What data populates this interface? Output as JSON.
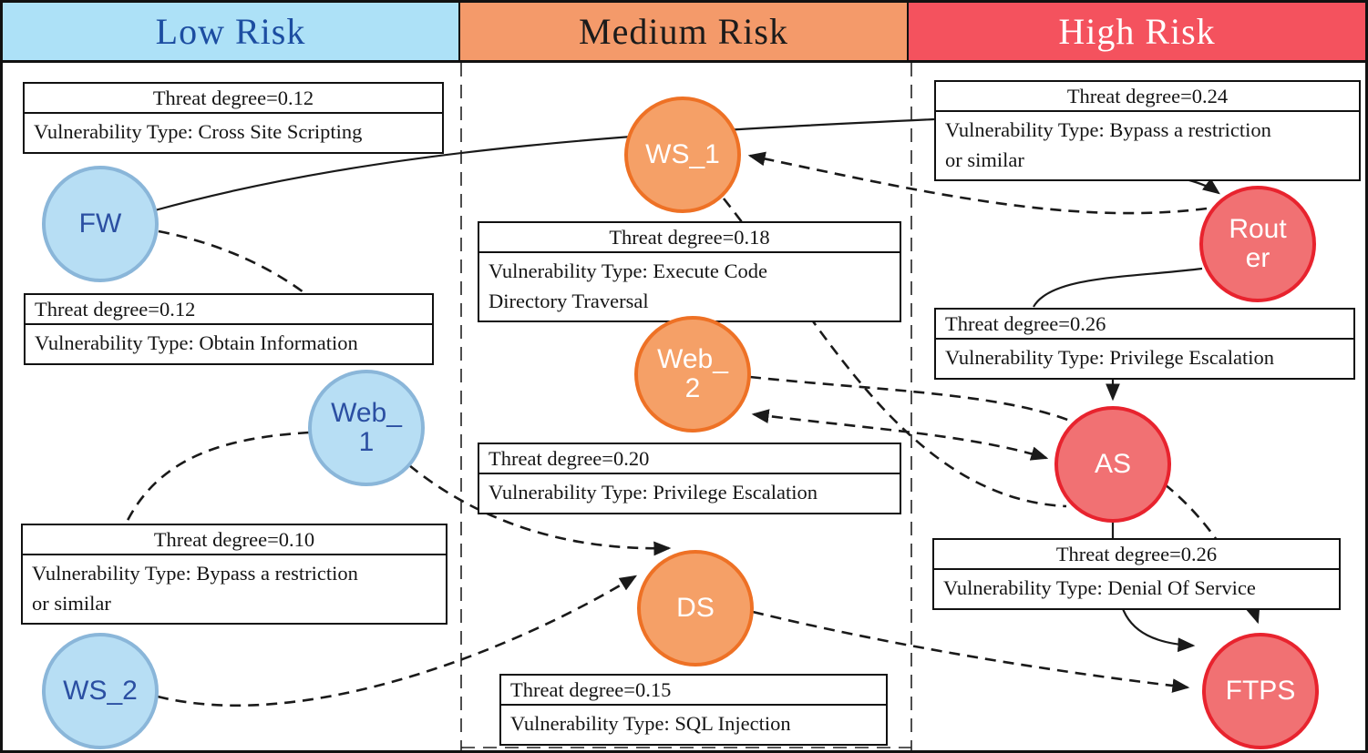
{
  "columns": [
    {
      "label": "Low Risk",
      "bg": "#ade1f7",
      "text_color": "#1c4da1"
    },
    {
      "label": "Medium Risk",
      "bg": "#f49a6a",
      "text_color": "#1b1b1b"
    },
    {
      "label": "High Risk",
      "bg": "#f4525e",
      "text_color": "#ffffff"
    }
  ],
  "nodes": [
    {
      "id": "FW",
      "label": "FW",
      "risk": "low"
    },
    {
      "id": "Web_1",
      "label": "Web_\n1",
      "risk": "low"
    },
    {
      "id": "WS_2",
      "label": "WS_2",
      "risk": "low"
    },
    {
      "id": "WS_1",
      "label": "WS_1",
      "risk": "medium"
    },
    {
      "id": "Web_2",
      "label": "Web_\n2",
      "risk": "medium"
    },
    {
      "id": "DS",
      "label": "DS",
      "risk": "medium"
    },
    {
      "id": "Router",
      "label": "Rout\ner",
      "risk": "high"
    },
    {
      "id": "AS",
      "label": "AS",
      "risk": "high"
    },
    {
      "id": "FTPS",
      "label": "FTPS",
      "risk": "high"
    }
  ],
  "annotations": [
    {
      "threat": "Threat degree=0.12",
      "vuln": "Vulnerability Type: Cross Site Scripting"
    },
    {
      "threat": "Threat degree=0.12",
      "vuln": "Vulnerability Type: Obtain Information"
    },
    {
      "threat": "Threat degree=0.10",
      "vuln": "Vulnerability Type: Bypass a restriction\nor similar"
    },
    {
      "threat": "Threat degree=0.18",
      "vuln": "Vulnerability Type: Execute Code\nDirectory Traversal"
    },
    {
      "threat": "Threat degree=0.20",
      "vuln": "Vulnerability Type: Privilege Escalation"
    },
    {
      "threat": "Threat degree=0.15",
      "vuln": "Vulnerability Type: SQL Injection"
    },
    {
      "threat": "Threat degree=0.24",
      "vuln": "Vulnerability Type: Bypass a restriction\nor similar"
    },
    {
      "threat": "Threat degree=0.26",
      "vuln": "Vulnerability Type: Privilege Escalation"
    },
    {
      "threat": "Threat degree=0.26",
      "vuln": "Vulnerability Type: Denial Of Service"
    }
  ],
  "edges": [
    {
      "from": "FW",
      "to": "Router",
      "style": "solid",
      "via": "WS_1",
      "annotation": "Threat degree=0.24"
    },
    {
      "from": "Router",
      "to": "AS",
      "style": "solid",
      "annotation": "Threat degree=0.26 Privilege Escalation"
    },
    {
      "from": "AS",
      "to": "FTPS",
      "style": "solid",
      "annotation": "Threat degree=0.26 Denial Of Service"
    },
    {
      "from": "FW",
      "to": "Web_1",
      "style": "dashed"
    },
    {
      "from": "Web_1",
      "to": "WS_2",
      "style": "dashed"
    },
    {
      "from": "WS_2",
      "to": "DS",
      "style": "dashed"
    },
    {
      "from": "Web_1",
      "to": "DS",
      "style": "dashed"
    },
    {
      "from": "DS",
      "to": "FTPS",
      "style": "dashed"
    },
    {
      "from": "Router",
      "to": "WS_1",
      "style": "dashed"
    },
    {
      "from": "WS_1",
      "to": "AS",
      "style": "dashed"
    },
    {
      "from": "Web_2",
      "to": "AS",
      "style": "dashed"
    },
    {
      "from": "Web_2",
      "to": "AS",
      "style": "dashed-double-arrow"
    },
    {
      "from": "AS",
      "to": "FTPS",
      "style": "dashed"
    }
  ],
  "colors": {
    "low_node_fill": "#b7def4",
    "low_node_border": "#8ab6d9",
    "low_text": "#2b4fa2",
    "med_node_fill": "#f5a067",
    "med_node_border": "#ee7125",
    "high_node_fill": "#f17173",
    "high_node_border": "#e8232e",
    "edge": "#1a1a1a"
  }
}
